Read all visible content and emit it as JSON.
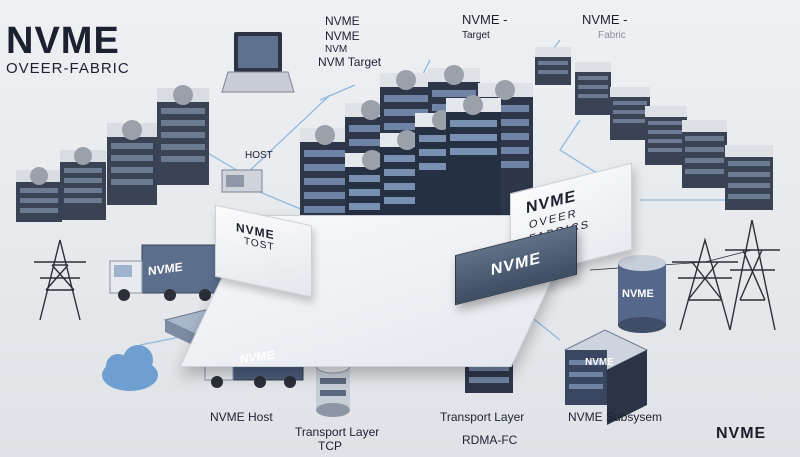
{
  "title": {
    "main": "NVME",
    "sub": "OVEER-FABRIC"
  },
  "top_labels": {
    "nvme_stack_1": "NVME",
    "nvme_stack_2": "NVME",
    "nvme_stack_3": "NVM",
    "nvm_target": "NVM Target",
    "nvme_target_head": "NVME -",
    "nvme_target_sub": "Target",
    "nvme_fabric_head": "NVME -",
    "nvme_fabric_sub": "Fabric"
  },
  "host_label": "HOST",
  "panel_left": {
    "line1": "NVME",
    "line2": "TOST"
  },
  "panel_right": {
    "line1": "NVME",
    "line2": "OVEER",
    "line3": "FABRICS"
  },
  "center_block": "NVME",
  "truck_labels": {
    "truck1": "NVME",
    "truck2": "NVME"
  },
  "storage_label": "NVME",
  "subsystem_box_label": "NVME",
  "bottom_labels": {
    "nvme_host": "NVME Host",
    "transport_tcp_line1": "Transport Layer",
    "transport_tcp_line2": "TCP",
    "transport_rdma_line1": "Transport Layer",
    "transport_rdma_line2": "RDMA-FC",
    "nvme_subsystem": "NVME Subsysem",
    "nvme_corner": "NVME"
  },
  "colors": {
    "rack_dark": "#2c3444",
    "rack_light": "#5b6a80",
    "accent_blue": "#7fb3e0",
    "cloud": "#6f9fd0"
  }
}
